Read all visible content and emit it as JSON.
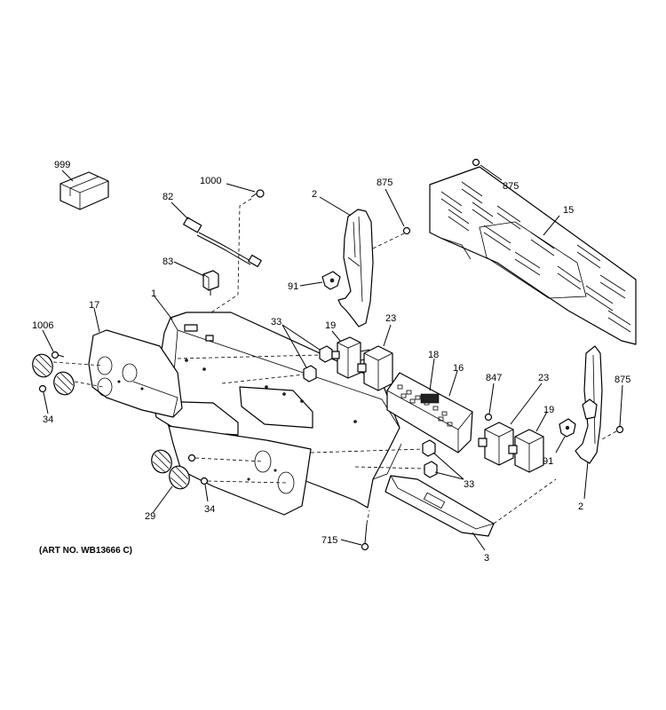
{
  "diagram": {
    "callouts": {
      "c999": "999",
      "c1000": "1000",
      "c82": "82",
      "c83": "83",
      "c2a": "2",
      "c875a": "875",
      "c875b": "875",
      "c15": "15",
      "c91a": "91",
      "c1": "1",
      "c17": "17",
      "c1006": "1006",
      "c33a": "33",
      "c19a": "19",
      "c23a": "23",
      "c18": "18",
      "c16": "16",
      "c847": "847",
      "c23b": "23",
      "c875c": "875",
      "c19b": "19",
      "c91b": "91",
      "c34a": "34",
      "c33b": "33",
      "c29": "29",
      "c34b": "34",
      "c2b": "2",
      "c715": "715",
      "c3": "3"
    },
    "art_number": "(ART NO. WB13666 C)"
  }
}
